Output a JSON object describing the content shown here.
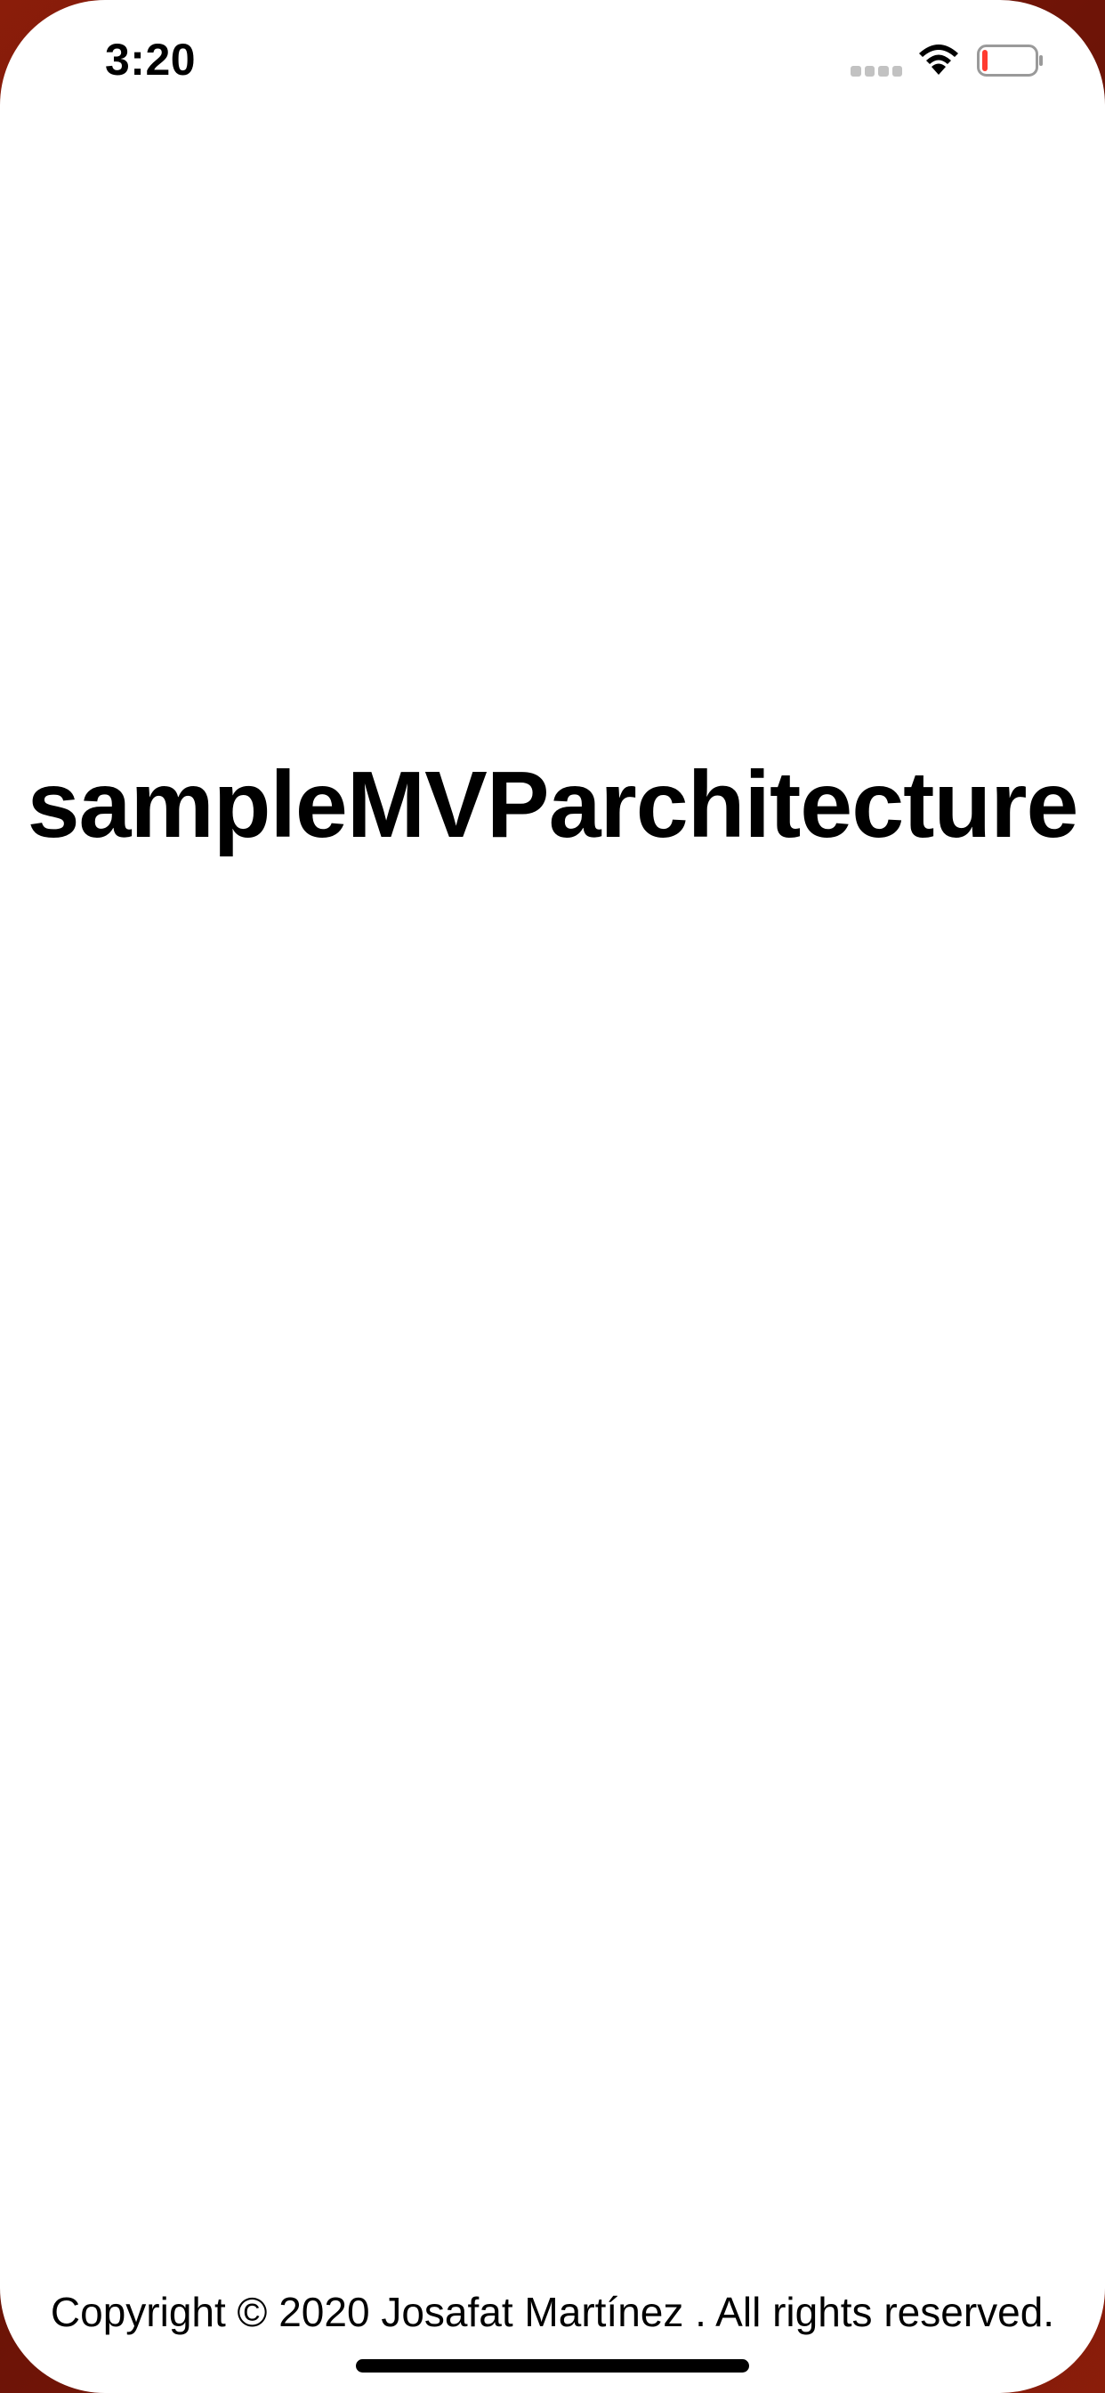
{
  "status_bar": {
    "time": "3:20",
    "signal_icon": "cellular-signal-icon",
    "wifi_icon": "wifi-icon",
    "battery_icon": "battery-low-icon",
    "battery_level": 0.1,
    "battery_color": "#ff3b30"
  },
  "main": {
    "title": "sampleMVParchitecture"
  },
  "footer": {
    "copyright": "Copyright © 2020 Josafat Martínez . All rights reserved."
  },
  "colors": {
    "background": "#ffffff",
    "text": "#000000",
    "wallpaper_edge": "#7a1a0c"
  }
}
